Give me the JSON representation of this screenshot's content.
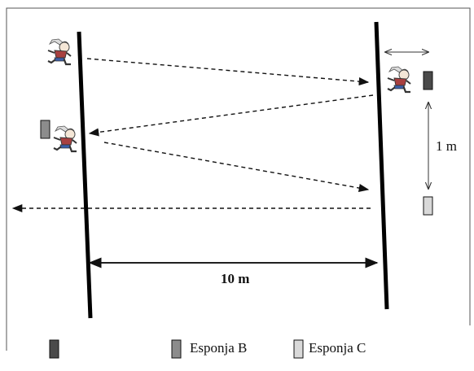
{
  "diagram": {
    "distance_between_lines": "10 m",
    "distance_between_sponges": "1 m",
    "legend": [
      {
        "label": "",
        "color": "#4a4a4a"
      },
      {
        "label": "Esponja B",
        "color": "#8c8c8c"
      },
      {
        "label": "Esponja C",
        "color": "#d9d9d9"
      }
    ],
    "colors": {
      "line": "#000000",
      "border": "#555555",
      "sponge_a": "#4a4a4a",
      "sponge_b": "#8c8c8c",
      "sponge_c": "#d9d9d9"
    },
    "icons": [
      "runner-icon"
    ]
  }
}
